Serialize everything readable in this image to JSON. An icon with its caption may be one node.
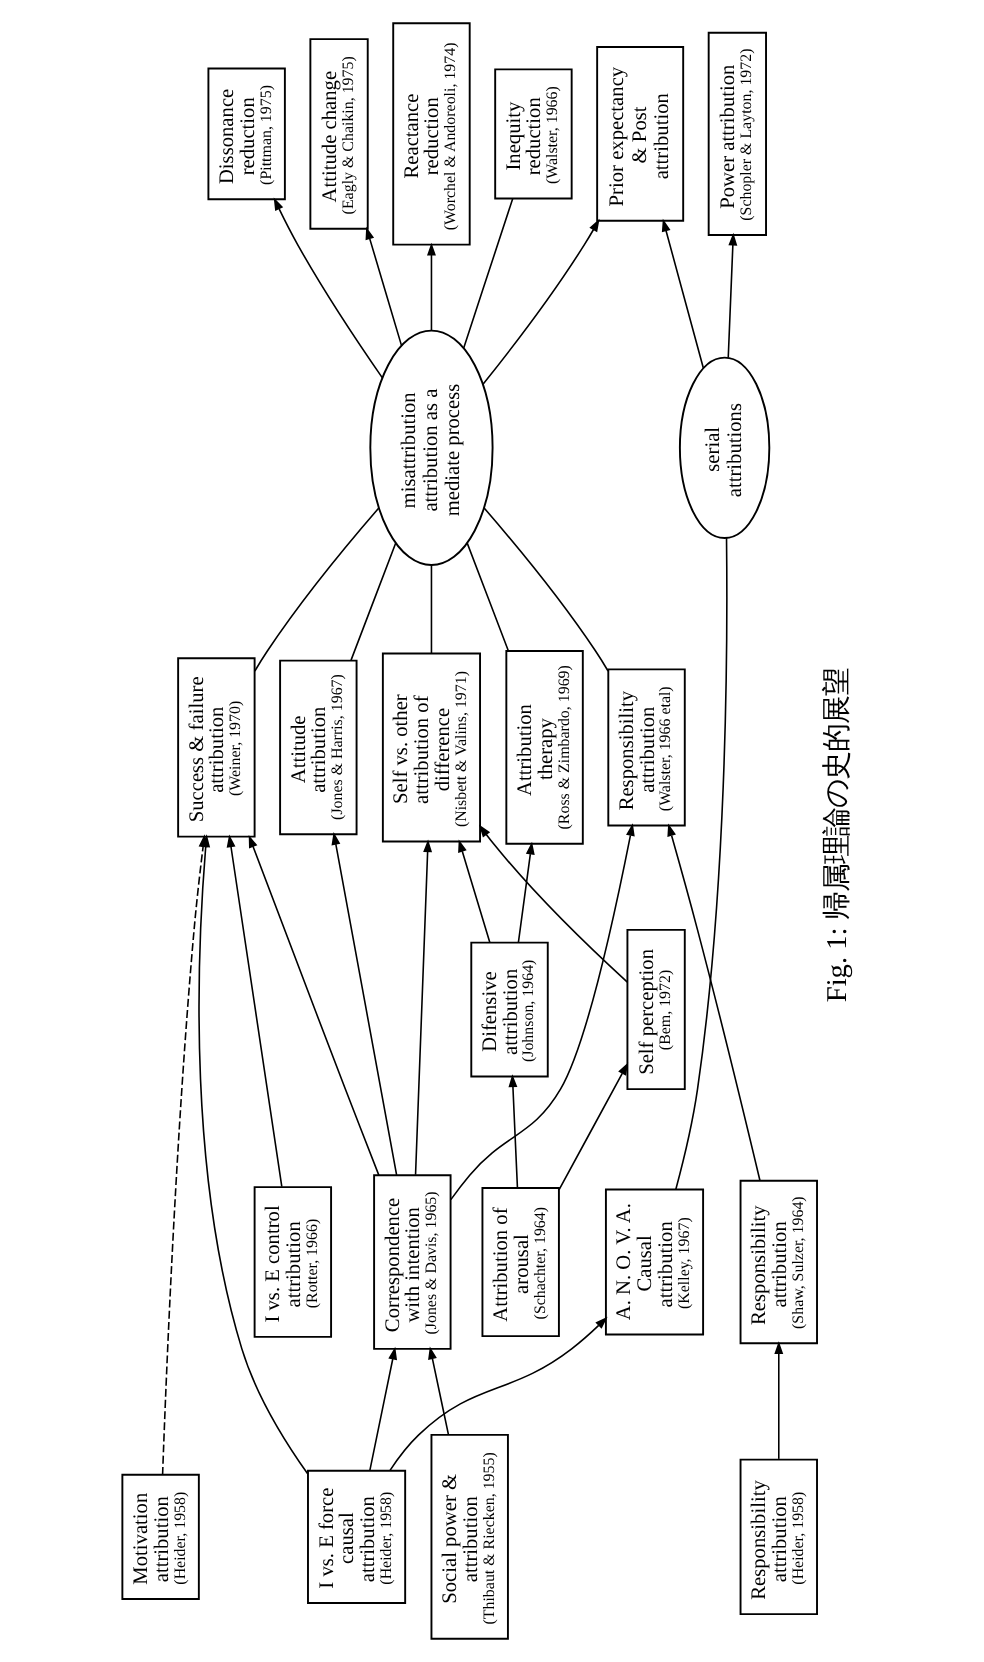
{
  "diagram": {
    "caption": "Fig. 1: 帰属理論の史的展望",
    "nodes": [
      {
        "text": [
          "Motivation attribution",
          "(Heider, 1958)"
        ]
      },
      {
        "text": [
          "I vs. E force causal attribution",
          "(Heider, 1958)"
        ]
      },
      {
        "text": [
          "Social power & attribution",
          "(Thibaut & Riecken, 1955)"
        ]
      },
      {
        "text": [
          "Responsibility attribution",
          "(Heider, 1958)"
        ]
      },
      {
        "text": [
          "I vs. E control attribution",
          "(Rotter, 1966)"
        ]
      },
      {
        "text": [
          "Correspondence with intention",
          "(Jones & Davis, 1965)"
        ]
      },
      {
        "text": [
          "A. N. O. V. A. Causal attribution",
          "(Kelley, 1967)"
        ]
      },
      {
        "text": [
          "Responsibility attribution",
          "(Shaw, Sulzer, 1964)"
        ]
      },
      {
        "text": [
          "Attribution of arousal",
          "(Schachter, 1964)"
        ]
      },
      {
        "text": [
          "Self perception",
          "(Bem, 1972)"
        ]
      },
      {
        "text": [
          "Difensive attribution",
          "(Johnson, 1964)"
        ]
      },
      {
        "text": [
          "Success & failure attribution",
          "(Weiner, 1970)"
        ]
      },
      {
        "text": [
          "Attitude attribution",
          "(Jones & Harris, 1967)"
        ]
      },
      {
        "text": [
          "Self vs. other attribution of difference",
          "(Nisbett & Valins, 1971)"
        ]
      },
      {
        "text": [
          "Responsibility attribution",
          "(Walster, 1966 etal)"
        ]
      },
      {
        "text": [
          "Attribution therapy",
          "(Ross & Zimbardo, 1969)"
        ]
      },
      {
        "text": [
          "misattribution attribution as a mediate process"
        ]
      },
      {
        "text": [
          "serial attributions"
        ]
      },
      {
        "text": [
          "Dissonance reduction",
          "(Pittman, 1975)"
        ]
      },
      {
        "text": [
          "Attitude change",
          "(Eagly & Chaikin, 1975)"
        ]
      },
      {
        "text": [
          "Reactance reduction",
          "(Worchel & Andoreoli, 1974)"
        ]
      },
      {
        "text": [
          "Inequity reduction",
          "(Walster, 1966)"
        ]
      },
      {
        "text": [
          "Prior expectancy & Post attribution"
        ]
      },
      {
        "text": [
          "Power attribution",
          "(Schopler & Layton, 1972)"
        ]
      }
    ],
    "edges": [
      {
        "from": 0,
        "to": 11,
        "arrow": "to",
        "style": "dashed"
      },
      {
        "from": 1,
        "to": 11,
        "arrow": "to"
      },
      {
        "from": 1,
        "to": 5,
        "arrow": "to"
      },
      {
        "from": 1,
        "to": 6,
        "arrow": "to"
      },
      {
        "from": 2,
        "to": 5,
        "arrow": "to"
      },
      {
        "from": 3,
        "to": 7,
        "arrow": "to"
      },
      {
        "from": 4,
        "to": 11,
        "arrow": "to"
      },
      {
        "from": 5,
        "to": 11,
        "arrow": "to"
      },
      {
        "from": 5,
        "to": 12,
        "arrow": "to"
      },
      {
        "from": 5,
        "to": 13,
        "arrow": "to"
      },
      {
        "from": 5,
        "to": 14,
        "arrow": "to"
      },
      {
        "from": 6,
        "to": 17,
        "arrow": "none"
      },
      {
        "from": 7,
        "to": 14,
        "arrow": "to"
      },
      {
        "from": 8,
        "to": 10,
        "arrow": "to"
      },
      {
        "from": 8,
        "to": 9,
        "arrow": "to"
      },
      {
        "from": 9,
        "to": 13,
        "arrow": "to"
      },
      {
        "from": 10,
        "to": 13,
        "arrow": "to"
      },
      {
        "from": 10,
        "to": 15,
        "arrow": "to"
      },
      {
        "from": 11,
        "to": 16,
        "arrow": "none"
      },
      {
        "from": 12,
        "to": 16,
        "arrow": "none"
      },
      {
        "from": 13,
        "to": 16,
        "arrow": "none"
      },
      {
        "from": 14,
        "to": 16,
        "arrow": "none"
      },
      {
        "from": 15,
        "to": 16,
        "arrow": "none"
      },
      {
        "from": 16,
        "to": 18,
        "arrow": "to"
      },
      {
        "from": 16,
        "to": 19,
        "arrow": "to"
      },
      {
        "from": 16,
        "to": 20,
        "arrow": "to"
      },
      {
        "from": 16,
        "to": 21,
        "arrow": "none"
      },
      {
        "from": 16,
        "to": 22,
        "arrow": "to"
      },
      {
        "from": 17,
        "to": 22,
        "arrow": "to"
      },
      {
        "from": 17,
        "to": 23,
        "arrow": "to"
      }
    ]
  }
}
